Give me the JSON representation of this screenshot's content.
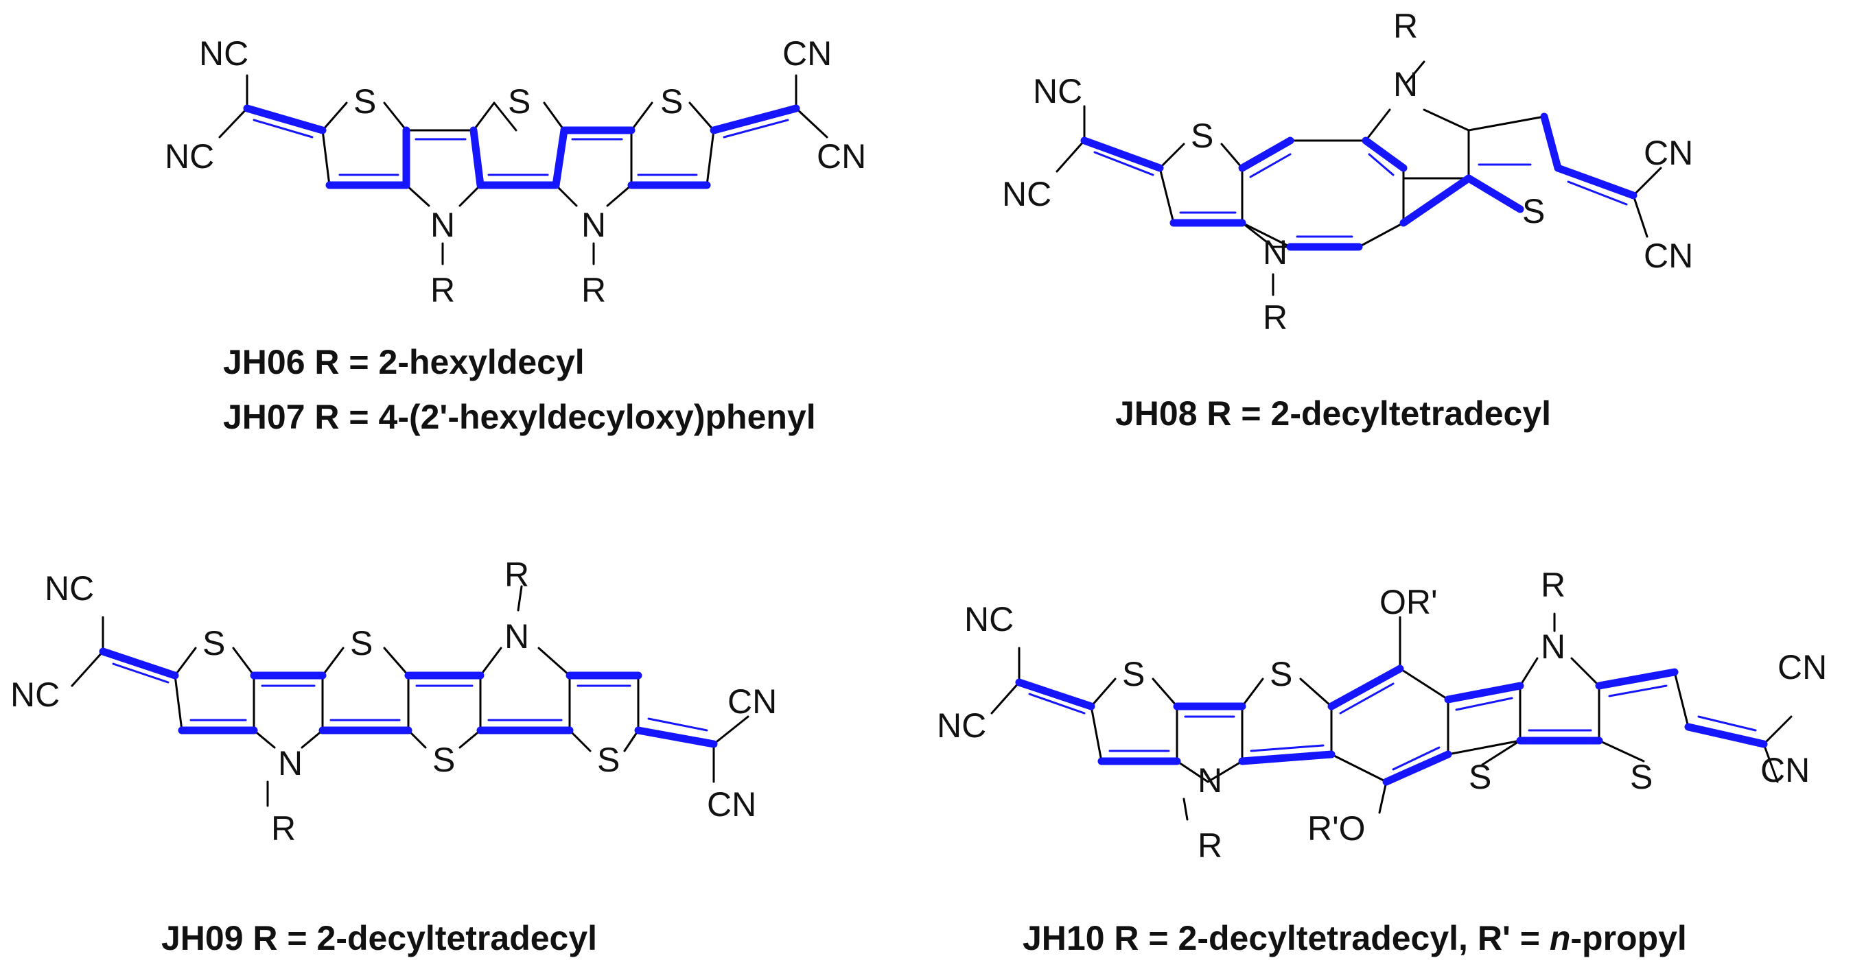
{
  "colors": {
    "conjugation": "#1515ff",
    "bond": "#000000",
    "text": "#111111",
    "background": "#ffffff"
  },
  "labels": {
    "nc": "NC",
    "cn": "CN",
    "s": "S",
    "n": "N",
    "r": "R",
    "or_prime": "OR'",
    "r_prime_o": "R'O"
  },
  "captions": {
    "jh06": "JH06 R = 2-hexyldecyl",
    "jh07": "JH07 R = 4-(2'-hexyldecyloxy)phenyl",
    "jh08": "JH08 R = 2-decyltetradecyl",
    "jh09": "JH09 R = 2-decyltetradecyl",
    "jh10_a": "JH10 R = 2-decyltetradecyl, R' = ",
    "jh10_italic": "n",
    "jh10_b": "-propyl"
  }
}
